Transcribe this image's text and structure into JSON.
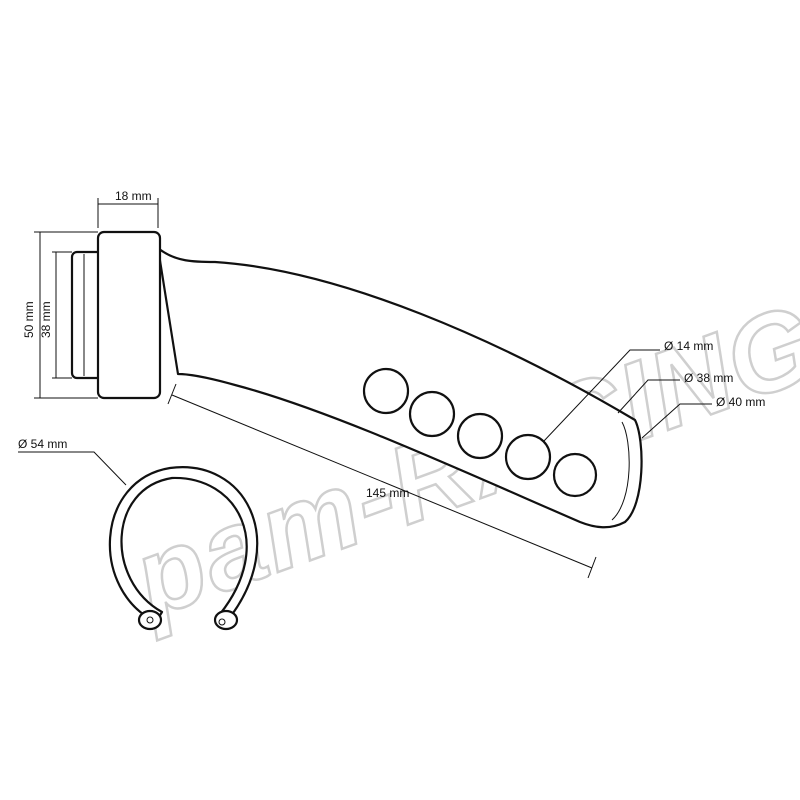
{
  "watermark": "pam-RACING",
  "dimensions": {
    "collar_width": "18 mm",
    "outer_height": "50 mm",
    "inner_height": "38 mm",
    "hole_diameter": "Ø 14 mm",
    "tube_inner_diameter": "Ø 38 mm",
    "tube_outer_diameter": "Ø 40 mm",
    "length": "145 mm",
    "circlip_diameter": "Ø 54 mm"
  }
}
